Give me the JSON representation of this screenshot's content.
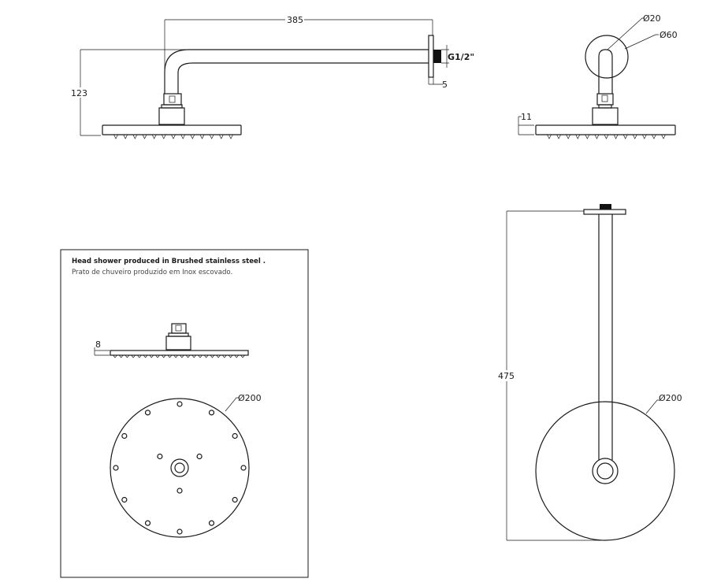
{
  "dimensions": {
    "arm_length": "385",
    "height": "123",
    "thread": "G1/2\"",
    "flange_thickness": "5",
    "pipe_diameter": "Ø20",
    "flange_diameter": "Ø60",
    "plate_thickness_side": "11",
    "plate_thickness_box": "8",
    "head_diameter_box": "Ø200",
    "ceiling_length": "475",
    "head_diameter_ceiling": "Ø200"
  },
  "note": {
    "english": "Head shower produced in Brushed stainless steel .",
    "portuguese": "Prato de chuveiro produzido em Inox escovado."
  },
  "colors": {
    "line": "#1a1a1a",
    "thread": "#111111"
  }
}
